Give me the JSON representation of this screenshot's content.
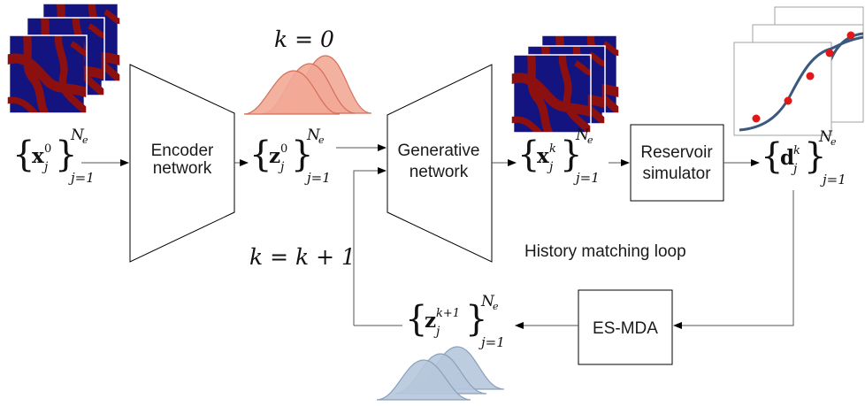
{
  "colors": {
    "field_blue": "#141480",
    "field_red": "#8c1010",
    "prior_dist_fill": "#f2a896",
    "prior_dist_stroke": "#d4705c",
    "post_dist_fill": "#b6c6dc",
    "post_dist_stroke": "#8aa0bd",
    "curve": "#3b587e",
    "marker": "#e01818"
  },
  "blocks": {
    "encoder": [
      "Encoder",
      "network"
    ],
    "generative": [
      "Generative",
      "network"
    ],
    "reservoir": [
      "Reservoir",
      "simulator"
    ],
    "esmda": "ES-MDA"
  },
  "labels": {
    "k_zero": "k = 0",
    "k_update": "k = k + 1",
    "loop": "History matching loop"
  },
  "sets": {
    "x0": {
      "base": "x",
      "sup": "0",
      "sub": "j",
      "upper": "N",
      "upper_sub": "e",
      "lower": "j=1"
    },
    "z0": {
      "base": "z",
      "sup": "0",
      "sub": "j",
      "upper": "N",
      "upper_sub": "e",
      "lower": "j=1"
    },
    "xk": {
      "base": "x",
      "sup": "k",
      "sub": "j",
      "upper": "N",
      "upper_sub": "e",
      "lower": "j=1"
    },
    "dk": {
      "base": "d",
      "sup": "k",
      "sub": "j",
      "upper": "N",
      "upper_sub": "e",
      "lower": "j=1"
    },
    "zk1": {
      "base": "z",
      "sup": "k+1",
      "sub": "j",
      "upper": "N",
      "upper_sub": "e",
      "lower": "j=1"
    }
  }
}
